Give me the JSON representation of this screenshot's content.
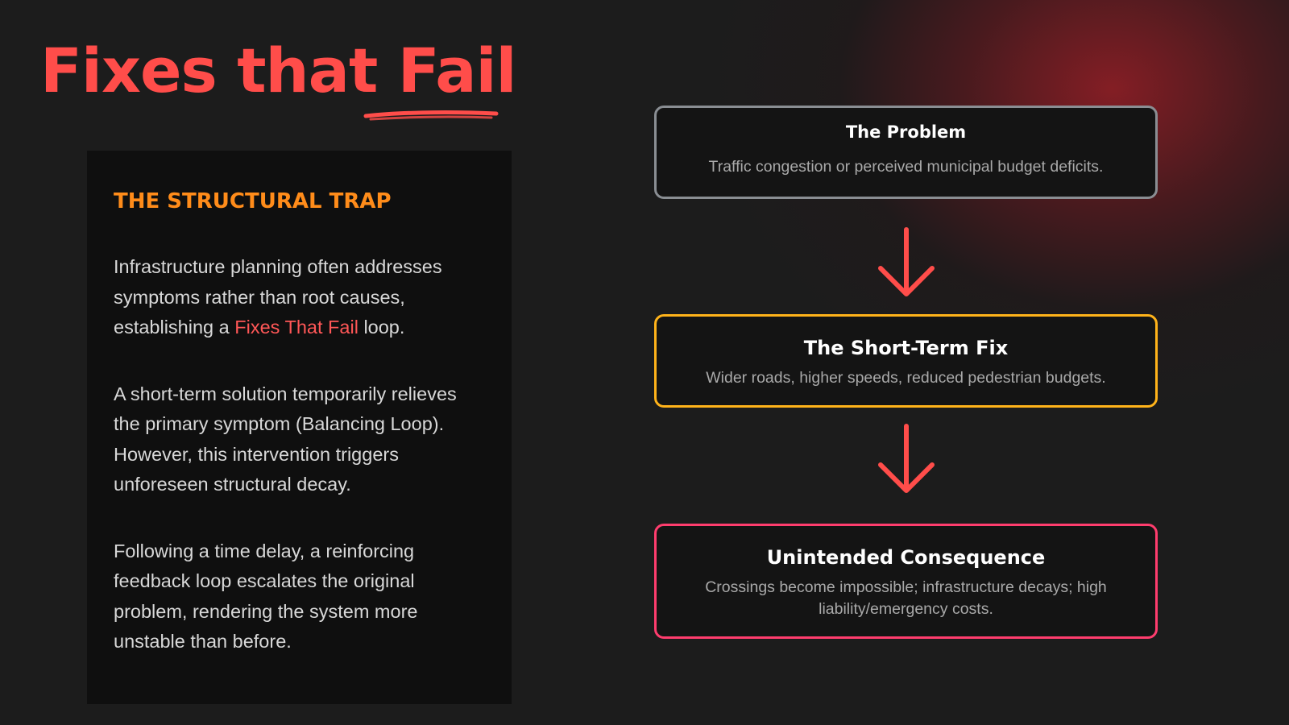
{
  "title": {
    "prefix": "Fixes that",
    "accent": "Fail"
  },
  "panel": {
    "heading": "THE STRUCTURAL TRAP",
    "paragraph1_before": "Infrastructure planning often addresses symptoms rather than root causes, establishing a ",
    "paragraph1_highlight": "Fixes That Fail",
    "paragraph1_after": " loop.",
    "paragraph2": "A short-term solution temporarily relieves the primary symptom (Balancing Loop). However, this intervention triggers unforeseen structural decay.",
    "paragraph3": "Following a time delay, a reinforcing feedback loop escalates the original problem, rendering the system more unstable than before."
  },
  "flow": {
    "problem": {
      "title": "The Problem",
      "description": "Traffic congestion or perceived municipal budget deficits."
    },
    "fix": {
      "title": "The Short-Term Fix",
      "description": "Wider roads, higher speeds, reduced pedestrian budgets."
    },
    "consequence": {
      "title": "Unintended Consequence",
      "description": "Crossings become impossible; infrastructure decays; high liability/emergency costs."
    }
  },
  "colors": {
    "title_red": "#ff4d4a",
    "heading_orange": "#ff8c1a",
    "highlight_red": "#ff5757",
    "problem_border": "#8a8e93",
    "fix_border": "#ffb31a",
    "consequence_border": "#ff3d6e",
    "arrow_red": "#ff4d4a"
  },
  "icons": {
    "arrow": "arrow-down-icon",
    "underline": "brush-underline"
  }
}
